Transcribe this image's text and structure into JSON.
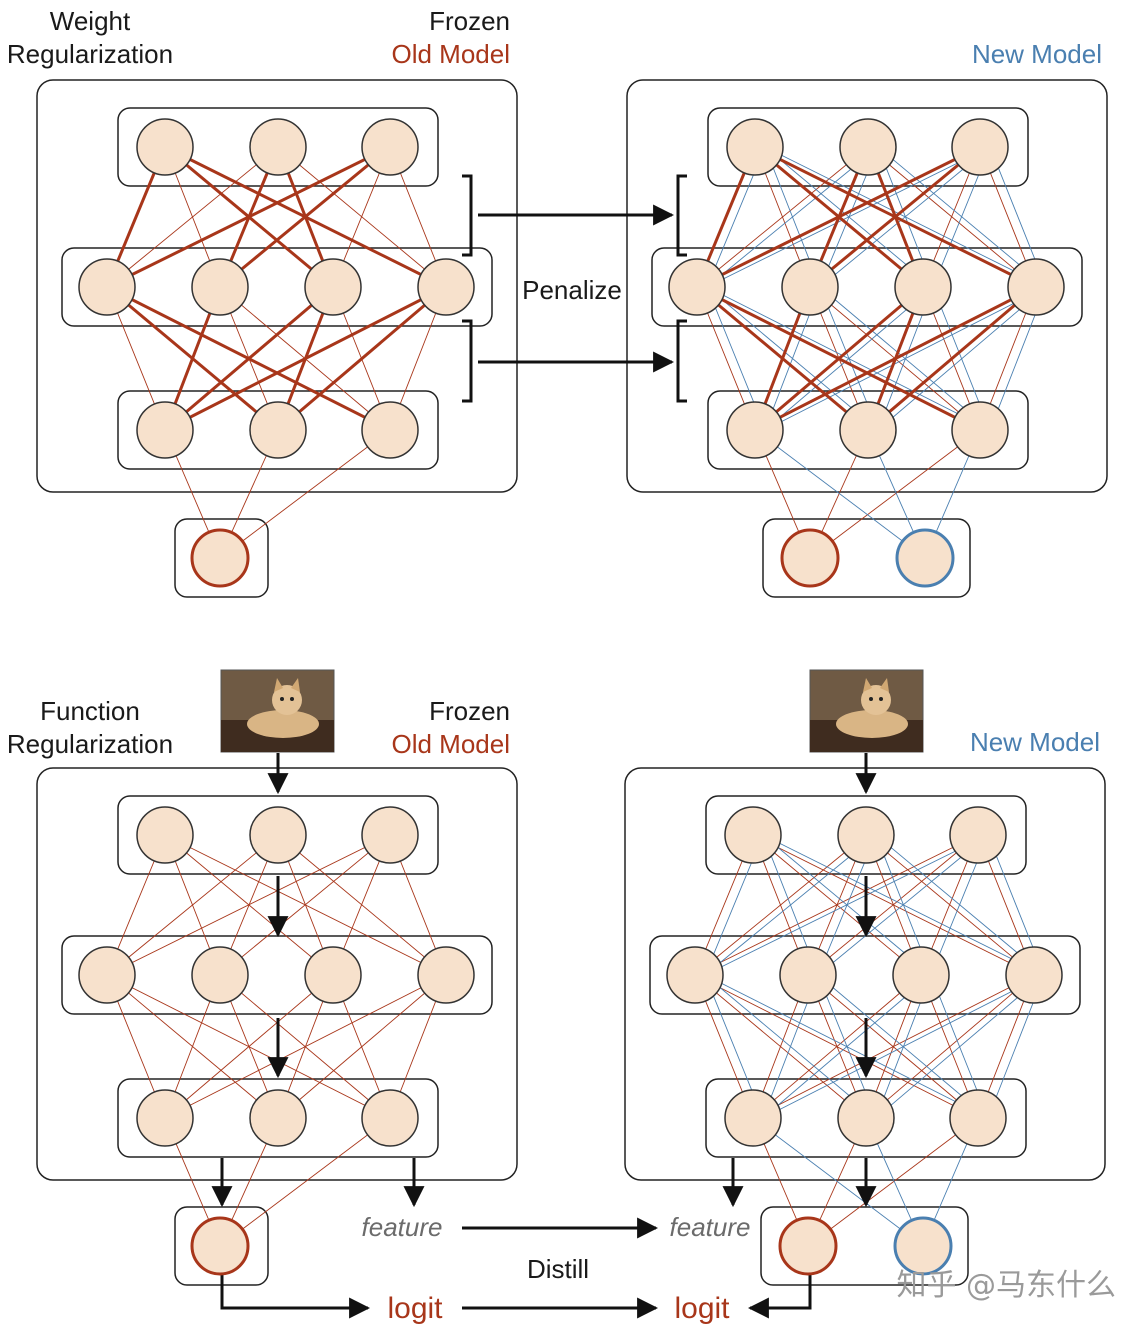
{
  "colors": {
    "node_fill": "#f7e1cc",
    "node_stroke": "#333333",
    "old_edge": "#a8361a",
    "new_edge": "#4a7fb0",
    "box_stroke": "#222222"
  },
  "top_panel": {
    "title_line1": "Weight",
    "title_line2": "Regularization",
    "frozen_label": "Frozen",
    "old_model_label": "Old Model",
    "new_model_label": "New Model",
    "penalize_label": "Penalize"
  },
  "bottom_panel": {
    "title_line1": "Function",
    "title_line2": "Regularization",
    "frozen_label": "Frozen",
    "old_model_label": "Old Model",
    "new_model_label": "New Model",
    "feature_left": "feature",
    "feature_right": "feature",
    "distill_label": "Distill",
    "logit_left": "logit",
    "logit_right": "logit",
    "input_image_icon": "cat-photo-icon"
  },
  "watermark": "知乎 @马东什么"
}
